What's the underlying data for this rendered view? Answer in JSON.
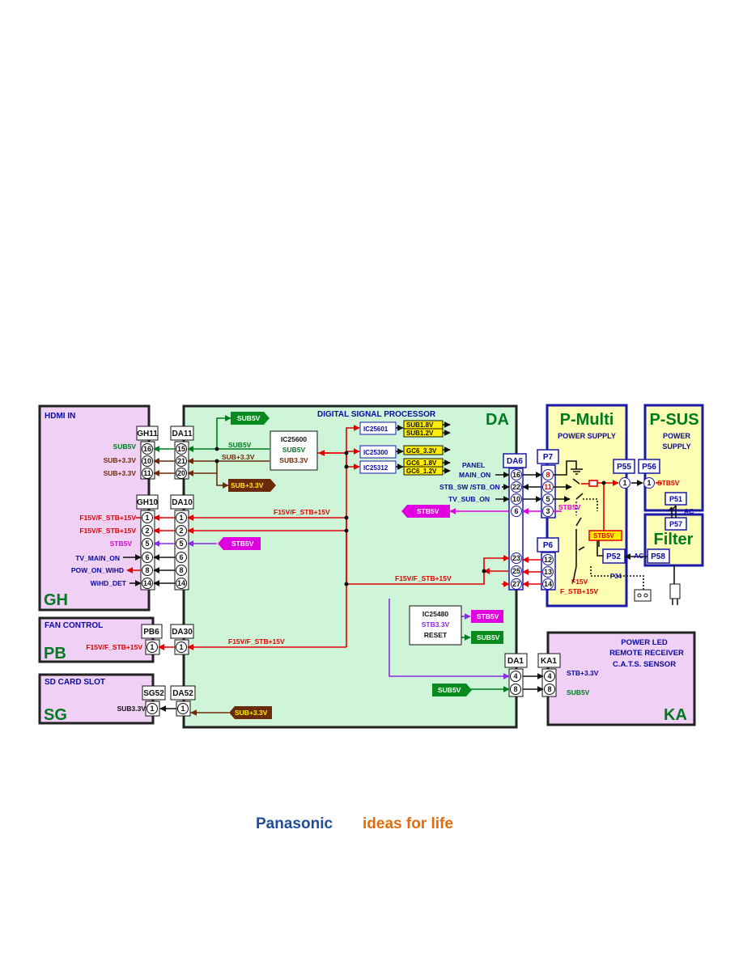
{
  "colors": {
    "pink_panel": "#f0d0f4",
    "green_panel": "#cff5d9",
    "yellow_panel": "#fdfdb4",
    "board_border": "#222222",
    "blue_border": "#1a1aa8",
    "red": "#e10000",
    "green": "#007a1e",
    "brown": "#6b2b0a",
    "magenta": "#e000e0",
    "purple": "#8a2be2",
    "blue_text": "#0a0aa0",
    "yellow_box": "#ffee00",
    "panasonic_blue": "#1f4d9c",
    "ideas_orange": "#e36b0f"
  },
  "boards": {
    "gh": {
      "title": "HDMI IN",
      "code": "GH"
    },
    "pb": {
      "title": "FAN CONTROL",
      "code": "PB"
    },
    "sg": {
      "title": "SD CARD SLOT",
      "code": "SG"
    },
    "da": {
      "title": "DIGITAL SIGNAL PROCESSOR",
      "code": "DA"
    },
    "pmulti": {
      "title": "P-Multi",
      "subtitle": "POWER SUPPLY"
    },
    "psus": {
      "title": "P-SUS",
      "subtitle1": "POWER",
      "subtitle2": "SUPPLY"
    },
    "filter": {
      "title": "Filter"
    },
    "ka": {
      "line1": "POWER LED",
      "line2": "REMOTE RECEIVER",
      "line3": "C.A.T.S. SENSOR",
      "code": "KA"
    }
  },
  "connectors": {
    "gh11": "GH11",
    "da11": "DA11",
    "gh10": "GH10",
    "da10": "DA10",
    "pb6": "PB6",
    "da30": "DA30",
    "sg52": "SG52",
    "da52": "DA52",
    "da6": "DA6",
    "p7": "P7",
    "p6": "P6",
    "p55": "P55",
    "p56": "P56",
    "p51": "P51",
    "p57": "P57",
    "p52": "P52",
    "p58": "P58",
    "da1": "DA1",
    "ka1": "KA1",
    "p34": "P34"
  },
  "pins": {
    "gh11": [
      "16",
      "10",
      "11"
    ],
    "da11": [
      "15",
      "21",
      "20"
    ],
    "gh10": [
      "1",
      "2",
      "5",
      "6",
      "8",
      "14"
    ],
    "da10": [
      "1",
      "2",
      "5",
      "6",
      "8",
      "14"
    ],
    "pb6": [
      "1"
    ],
    "da30": [
      "1"
    ],
    "sg52": [
      "1"
    ],
    "da52": [
      "1"
    ],
    "da6": [
      "16",
      "22",
      "10",
      "6",
      "23",
      "25",
      "27"
    ],
    "p7": [
      "8",
      "11",
      "5",
      "3"
    ],
    "p6": [
      "12",
      "13",
      "14"
    ],
    "p55": [
      "1"
    ],
    "p56": [
      "1"
    ],
    "da1": [
      "4",
      "8"
    ],
    "ka1": [
      "4",
      "8"
    ]
  },
  "signals": {
    "gh_sub5v": "SUB5V",
    "gh_sub33_a": "SUB+3.3V",
    "gh_sub33_b": "SUB+3.3V",
    "gh_f15_a": "F15V/F_STB+15V",
    "gh_f15_b": "F15V/F_STB+15V",
    "gh_stb5v": "STB5V",
    "gh_tv_main_on": "TV_MAIN_ON",
    "gh_pow_on": "POW_ON_WIHD",
    "gh_wihd_det": "WiHD_DET",
    "pb_f15": "F15V/F_STB+15V",
    "sg_sub33": "SUB3.3V",
    "da_sub5v_mid": "SUB5V",
    "da_sub33_mid": "SUB+3.3V",
    "da_f15_top": "F15V/F_STB+15V",
    "da_f15_mid": "F15V/F_STB+15V",
    "da_f15_pb": "F15V/F_STB+15V",
    "panel_main_on_1": "PANEL",
    "panel_main_on_2": "MAIN_ON",
    "stb_sw": "STB_SW /STB_ON",
    "tv_sub_on": "TV_SUB_ON",
    "pm_stb5v": "STB5V",
    "pm_f15v": "F15V",
    "pm_fstb15": "F_STB+15V",
    "p56_stb5v": "STB5V",
    "ac_1": "AC",
    "ac_2": "AC",
    "ka_stb33": "STB+3.3V",
    "ka_sub5v": "SUB5V"
  },
  "ic": {
    "ic25600": {
      "name": "IC25600",
      "l2": "SUB5V",
      "l3": "SUB3.3V"
    },
    "ic25480": {
      "name": "IC25480",
      "l2": "STB3.3V",
      "l3": "RESET"
    },
    "ic25601": "IC25601",
    "ic25300": "IC25300",
    "ic25312": "IC25312"
  },
  "rail_boxes": {
    "sub5v_top": "SUB5V",
    "sub33_top": "SUB+3.3V",
    "stb5v_gh": "STB5V",
    "stb5v_da6": "STB5V",
    "stb5v_ic": "STB5V",
    "sub5v_ic": "SUB5V",
    "sub5v_da1": "SUB5V",
    "sub33_sg": "SUB+3.3V",
    "stb5v_pm": "STB5V",
    "sub18": "SUB1.8V",
    "sub12": "SUB1.2V",
    "gc33": "GC6_3.3V",
    "gc18": "GC6_1.8V",
    "gc12": "GC6_1.2V"
  },
  "footer": {
    "brand": "Panasonic",
    "slogan": "ideas for life"
  }
}
